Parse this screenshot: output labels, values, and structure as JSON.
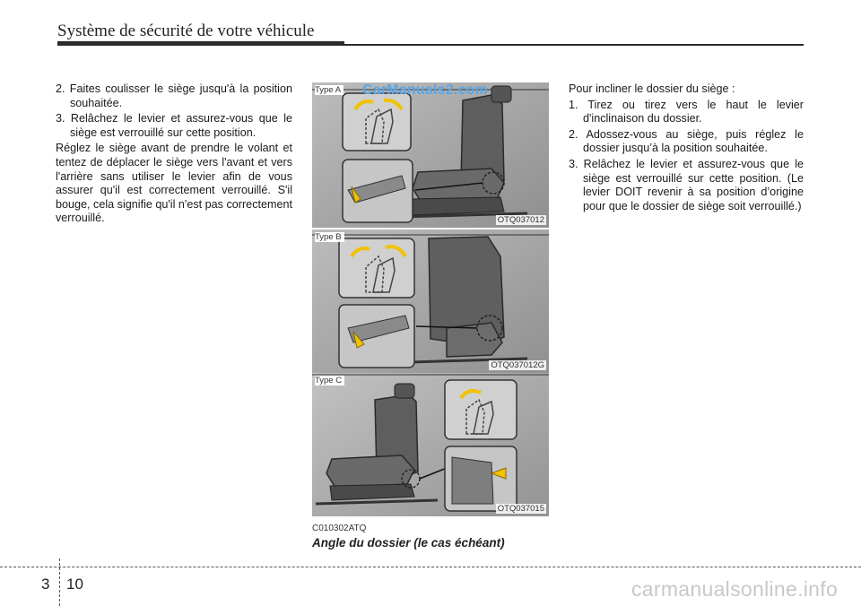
{
  "header": {
    "title": "Système de sécurité de votre véhicule"
  },
  "left_column": {
    "steps": [
      "2. Faites coulisser le siège jusqu'à la position souhaitée.",
      "3. Relâchez le levier et assurez-vous que le siège est verrouillé sur cette position."
    ],
    "paragraph": "Réglez le siège avant de prendre le volant et tentez de déplacer le siège vers l'avant et vers l'arrière sans utiliser le levier afin de vous assurer qu'il est correctement verrouillé. S'il bouge, cela signifie qu'il n'est pas correctement verrouillé."
  },
  "figure": {
    "watermark": "CarManuals2.com",
    "panels": [
      {
        "type_label": "Type A",
        "code": "OTQ037012"
      },
      {
        "type_label": "Type B",
        "code": "OTQ037012G"
      },
      {
        "type_label": "Type C",
        "code": "OTQ037015"
      }
    ],
    "code": "C010302ATQ",
    "caption": "Angle du dossier (le cas échéant)"
  },
  "right_column": {
    "intro": "Pour incliner le dossier du siège :",
    "steps": [
      "1. Tirez ou tirez vers le haut le levier d'inclinaison du dossier.",
      "2. Adossez-vous au siège, puis réglez le dossier jusqu’à la position souhaitée.",
      "3. Relâchez le levier et assurez-vous que le siège est verrouillé sur cette position. (Le levier DOIT revenir à sa position d’origine pour que le dossier de siège soit verrouillé.)"
    ]
  },
  "footer": {
    "chapter": "3",
    "page": "10",
    "site": "carmanualsonline.info"
  },
  "colors": {
    "rule": "#2b2b2b",
    "watermark": "#5aa6ea",
    "arrow": "#f2c200",
    "seat": "#6e6e6e"
  }
}
